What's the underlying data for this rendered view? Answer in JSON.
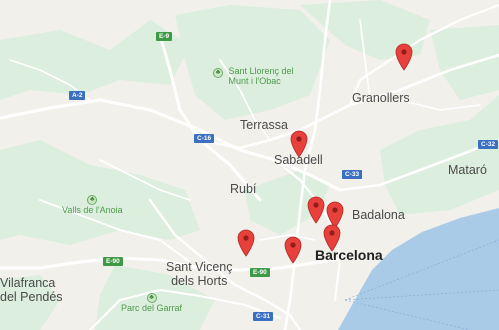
{
  "map": {
    "places": {
      "granollers": "Granollers",
      "terrassa": "Terrassa",
      "sabadell": "Sabadell",
      "rubi": "Rubí",
      "badalona": "Badalona",
      "barcelona": "Barcelona",
      "mataro": "Mataró",
      "sant_vicenc": "Sant Vicenç\ndels Horts",
      "vilafranca": "Vilafranca\ndel Pendés"
    },
    "parks": {
      "sant_llorenc": "Sant Llorenç del\nMunt i l'Obac",
      "valls_anoia": "Valls de l'Anoia",
      "garraf": "Parc del Garraf"
    },
    "roads": {
      "e9": "E-9",
      "a2": "A-2",
      "c16": "C-16",
      "c33": "C-33",
      "c32": "C-32",
      "e90_west": "E-90",
      "e90_center": "E-90",
      "c31": "C-31"
    },
    "colors": {
      "land": "#f2f0eb",
      "park_green": "#dceedd",
      "water": "#a9cbe8",
      "road": "#ffffff",
      "pin": "#e8403b",
      "shield_blue": "#3b6fc2",
      "shield_green": "#3f9a47"
    },
    "markers": [
      {
        "name": "marker-granollers"
      },
      {
        "name": "marker-sabadell"
      },
      {
        "name": "marker-badalona-west"
      },
      {
        "name": "marker-badalona-east"
      },
      {
        "name": "marker-barcelona"
      },
      {
        "name": "marker-sant-vicenc"
      },
      {
        "name": "marker-barcelona-west"
      }
    ]
  }
}
